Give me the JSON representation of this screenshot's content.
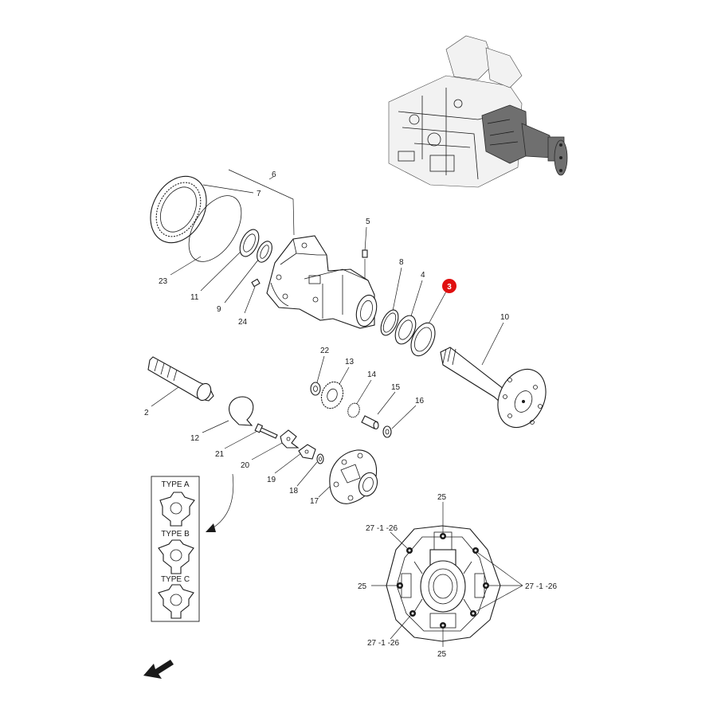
{
  "callouts": {
    "c2": "2",
    "c3": "3",
    "c4": "4",
    "c5": "5",
    "c6": "6",
    "c7": "7",
    "c8": "8",
    "c9": "9",
    "c10": "10",
    "c11": "11",
    "c12": "12",
    "c13": "13",
    "c14": "14",
    "c15": "15",
    "c16": "16",
    "c17": "17",
    "c18": "18",
    "c19": "19",
    "c20": "20",
    "c21": "21",
    "c22": "22",
    "c23": "23",
    "c24": "24"
  },
  "highlight": {
    "label": "3",
    "color": "#e01010"
  },
  "detail_view": {
    "top": "25",
    "left": "25",
    "bottom": "25",
    "top_left": "27 -1 -26",
    "bottom_left": "27 -1 -26",
    "right": "27 -1 -26"
  },
  "type_box": {
    "type_a": "TYPE A",
    "type_b": "TYPE B",
    "type_c": "TYPE C"
  },
  "icons": {
    "direction_arrow": "arrow-down-left-icon",
    "locator": "tractor-overview-icon"
  },
  "colors": {
    "line": "#1a1a1a",
    "highlight_assembly": "#6f6f6f",
    "callout_marker": "#e01010"
  }
}
